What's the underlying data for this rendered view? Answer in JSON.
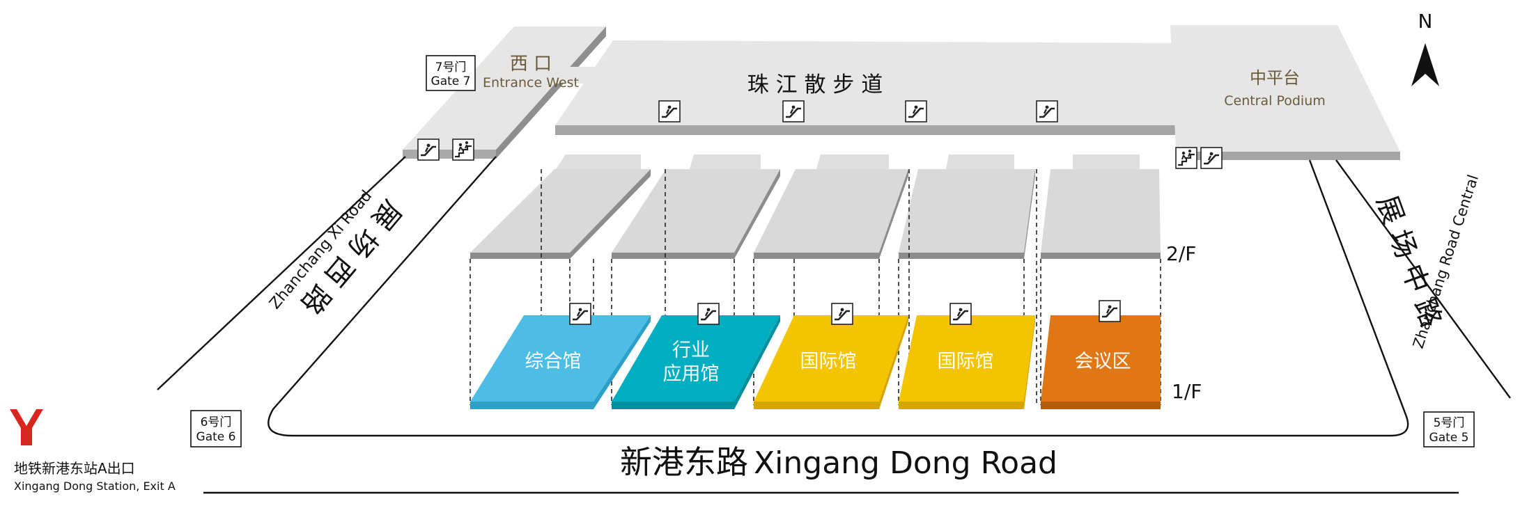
{
  "compass": {
    "label": "N"
  },
  "upper_level": {
    "promenade": "珠 江 散 步 道",
    "west": {
      "cn": "西 口",
      "en": "Entrance West"
    },
    "podium": {
      "cn": "中平台",
      "en": "Central Podium"
    }
  },
  "floors": {
    "upper": "2/F",
    "lower": "1/F"
  },
  "halls": [
    {
      "lines": [
        "综合馆"
      ],
      "color": "#4dbde6"
    },
    {
      "lines": [
        "行业",
        "应用馆"
      ],
      "color": "#00aec2"
    },
    {
      "lines": [
        "国际馆"
      ],
      "color": "#f5c400"
    },
    {
      "lines": [
        "国际馆"
      ],
      "color": "#f5c400"
    },
    {
      "lines": [
        "会议区"
      ],
      "color": "#e07714"
    }
  ],
  "gates": {
    "gate7": {
      "cn": "7号门",
      "en": "Gate 7"
    },
    "gate6": {
      "cn": "6号门",
      "en": "Gate 6"
    },
    "gate5": {
      "cn": "5号门",
      "en": "Gate 5"
    }
  },
  "roads": {
    "south_cn": "新港东路",
    "south_en": "Xingang Dong Road",
    "west_cn": "展 场 西 路",
    "west_en": "Zhanchang Xi Road",
    "east_cn": "展 场 中 路",
    "east_en": "Zhanchang Road Central"
  },
  "metro": {
    "cn": "地铁新港东站A出口",
    "en": "Xingang Dong Station, Exit A",
    "color": "#d7261e"
  },
  "icons": {
    "escalator": "escalator-icon",
    "stairs": "stairs-icon",
    "metro": "metro-logo-icon",
    "north": "north-arrow-icon"
  }
}
